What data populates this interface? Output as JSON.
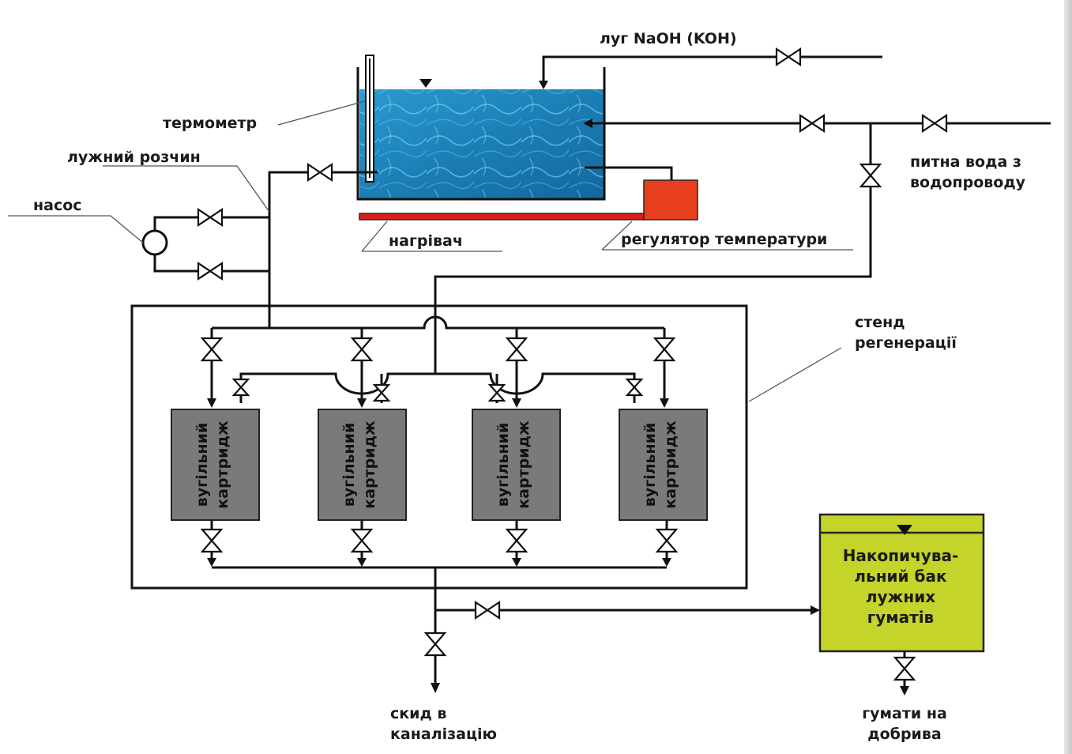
{
  "labels": {
    "naoh": "луг NaOH (KOH)",
    "thermometer": "термометр",
    "alkaline_solution": "лужний розчин",
    "pump": "насос",
    "heater": "нагрівач",
    "temp_regulator": "регулятор температури",
    "drinking_water_1": "питна вода з",
    "drinking_water_2": "водопроводу",
    "stand_1": "стенд",
    "stand_2": "регенерації",
    "discharge_1": "скид в",
    "discharge_2": "каналізацію",
    "humates_1": "гумати на",
    "humates_2": "добрива"
  },
  "cartridges": [
    {
      "line1": "вугільний",
      "line2": "картридж"
    },
    {
      "line1": "вугільний",
      "line2": "картридж"
    },
    {
      "line1": "вугільний",
      "line2": "картридж"
    },
    {
      "line1": "вугільний",
      "line2": "картридж"
    }
  ],
  "storage_tank": {
    "line1": "Накопичува-",
    "line2": "льний бак",
    "line3": "лужних",
    "line4": "гуматів"
  },
  "colors": {
    "water": "#1f84b8",
    "regulator": "#e8401f",
    "heater": "#d6201e",
    "cartridge": "#7a7a7a",
    "storage": "#c4d42a"
  }
}
